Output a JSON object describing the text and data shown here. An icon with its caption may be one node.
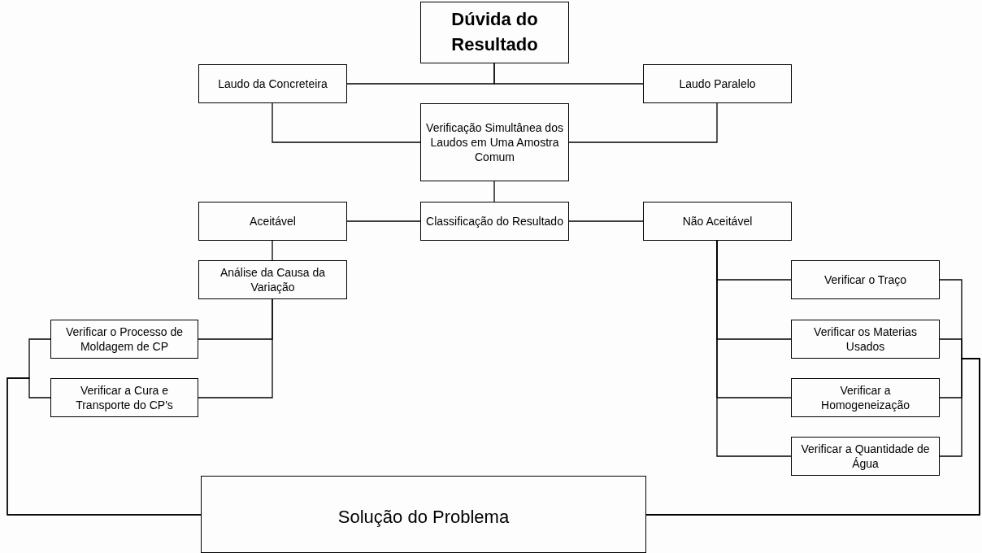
{
  "diagram": {
    "nodes": [
      {
        "text": [
          "Dúvida do Resultado"
        ]
      },
      {
        "text": [
          "Laudo da Concreteira"
        ]
      },
      {
        "text": [
          "Laudo Paralelo"
        ]
      },
      {
        "text": [
          "Verificação Simultânea dos Laudos em Uma Amostra Comum"
        ]
      },
      {
        "text": [
          "Classificação do Resultado"
        ]
      },
      {
        "text": [
          "Aceitável"
        ]
      },
      {
        "text": [
          "Não Aceitável"
        ]
      },
      {
        "text": [
          "Análise da Causa da Variação"
        ]
      },
      {
        "text": [
          "Verificar o Processo de Moldagem de CP"
        ]
      },
      {
        "text": [
          "Verificar a Cura e Transporte do CP's"
        ]
      },
      {
        "text": [
          "Verificar o Traço"
        ]
      },
      {
        "text": [
          "Verificar os Materias Usados"
        ]
      },
      {
        "text": [
          "Verificar a Homogeneização"
        ]
      },
      {
        "text": [
          "Verificar a Quantidade de Água"
        ]
      },
      {
        "text": [
          "Solução do Problema"
        ]
      }
    ],
    "edges": [
      {
        "from": 0,
        "to": 1,
        "arrow": "none"
      },
      {
        "from": 0,
        "to": 2,
        "arrow": "none"
      },
      {
        "from": 1,
        "to": 3,
        "arrow": "none"
      },
      {
        "from": 2,
        "to": 3,
        "arrow": "none"
      },
      {
        "from": 3,
        "to": 4,
        "arrow": "none"
      },
      {
        "from": 4,
        "to": 5,
        "arrow": "none"
      },
      {
        "from": 4,
        "to": 6,
        "arrow": "none"
      },
      {
        "from": 5,
        "to": 7,
        "arrow": "none"
      },
      {
        "from": 7,
        "to": 8,
        "arrow": "none"
      },
      {
        "from": 7,
        "to": 9,
        "arrow": "none"
      },
      {
        "from": 6,
        "to": 10,
        "arrow": "none"
      },
      {
        "from": 6,
        "to": 11,
        "arrow": "none"
      },
      {
        "from": 6,
        "to": 12,
        "arrow": "none"
      },
      {
        "from": 6,
        "to": 13,
        "arrow": "none"
      },
      {
        "from": 8,
        "to": 14,
        "arrow": "none"
      },
      {
        "from": 9,
        "to": 14,
        "arrow": "none"
      },
      {
        "from": 10,
        "to": 14,
        "arrow": "none"
      },
      {
        "from": 11,
        "to": 14,
        "arrow": "none"
      },
      {
        "from": 12,
        "to": 14,
        "arrow": "none"
      },
      {
        "from": 13,
        "to": 14,
        "arrow": "none"
      }
    ]
  }
}
